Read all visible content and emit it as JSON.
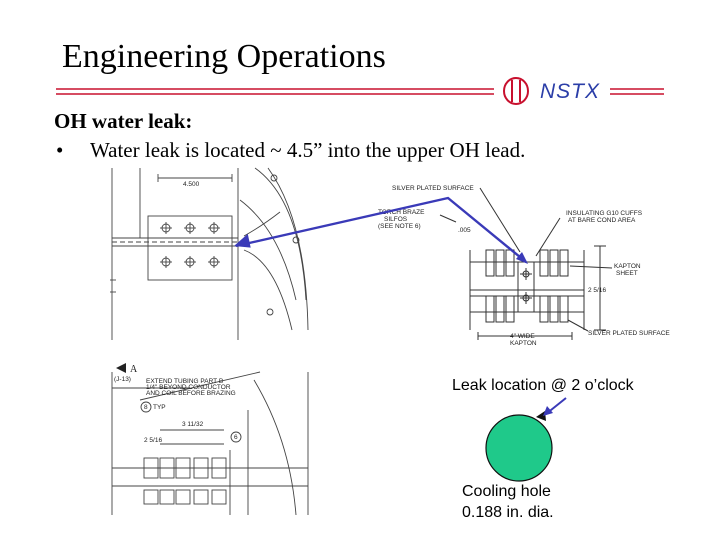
{
  "title": "Engineering Operations",
  "logo": {
    "text": "NSTX"
  },
  "section": {
    "heading": "OH water leak:",
    "bullet_marker": "•",
    "bullet": "Water leak is located ~ 4.5” into the upper OH lead."
  },
  "drawing_left": {
    "dim_top": "4.500",
    "view_label": "A",
    "note_ref": "(J-13)",
    "note_1": "EXTEND TUBING PART B",
    "note_2": "1/4\" BEYOND CONDUCTOR",
    "note_3": "AND COIL BEFORE BRAZING",
    "dim_a": "2 5/16",
    "dim_b": "3 11/32",
    "balloon_1": "8",
    "balloon_2": "6",
    "typ": "TYP"
  },
  "drawing_right": {
    "silver_top": "SILVER PLATED SURFACE",
    "torch_1": "TORCH BRAZE",
    "torch_2": "SILFOS",
    "torch_3": "(SEE NOTE 6)",
    "dim_005": ".005",
    "insul_1": "INSULATING G10 CUFFS",
    "insul_2": "AT BARE COND AREA",
    "kapton_1": "KAPTON",
    "kapton_2": "SHEET",
    "dim_2516": "2 5/16",
    "wide_1": "4\" WIDE",
    "wide_2": "KAPTON",
    "silver_bottom": "SILVER PLATED SURFACE"
  },
  "leak_label": "Leak location @ 2 o’clock",
  "hole_label_1": "Cooling hole",
  "hole_label_2": "0.188 in. dia.",
  "colors": {
    "accent_red": "#c8102e",
    "logo_blue": "#2b3ea8",
    "arrow_blue": "#3a3ab8",
    "hole_green": "#1fc98a"
  }
}
